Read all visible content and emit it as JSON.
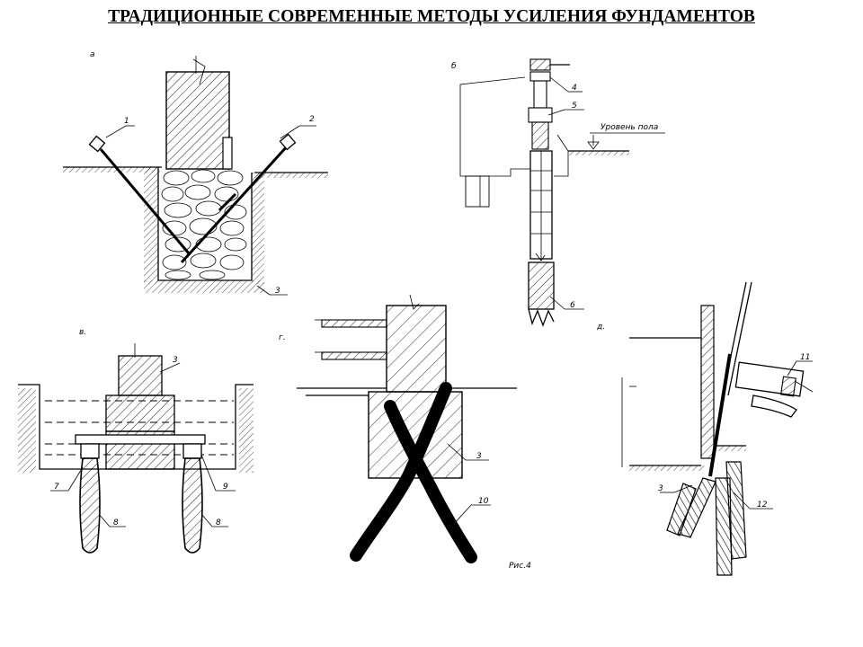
{
  "title": "ТРАДИЦИОННЫЕ СОВРЕМЕННЫЕ МЕТОДЫ УСИЛЕНИЯ ФУНДАМЕНТОВ",
  "panels": {
    "a": {
      "letter": "а",
      "callouts": [
        "1",
        "2",
        "3"
      ]
    },
    "b": {
      "letter": "б",
      "callouts": [
        "4",
        "5",
        "6"
      ],
      "floor_label": "Уровень пола"
    },
    "v": {
      "letter": "в.",
      "callouts": [
        "3",
        "7",
        "8",
        "8",
        "9"
      ]
    },
    "g": {
      "letter": "г.",
      "callouts": [
        "3",
        "10"
      ],
      "figure_caption": "Рис.4"
    },
    "d": {
      "letter": "д.",
      "callouts": [
        "11",
        "3",
        "12"
      ]
    }
  }
}
